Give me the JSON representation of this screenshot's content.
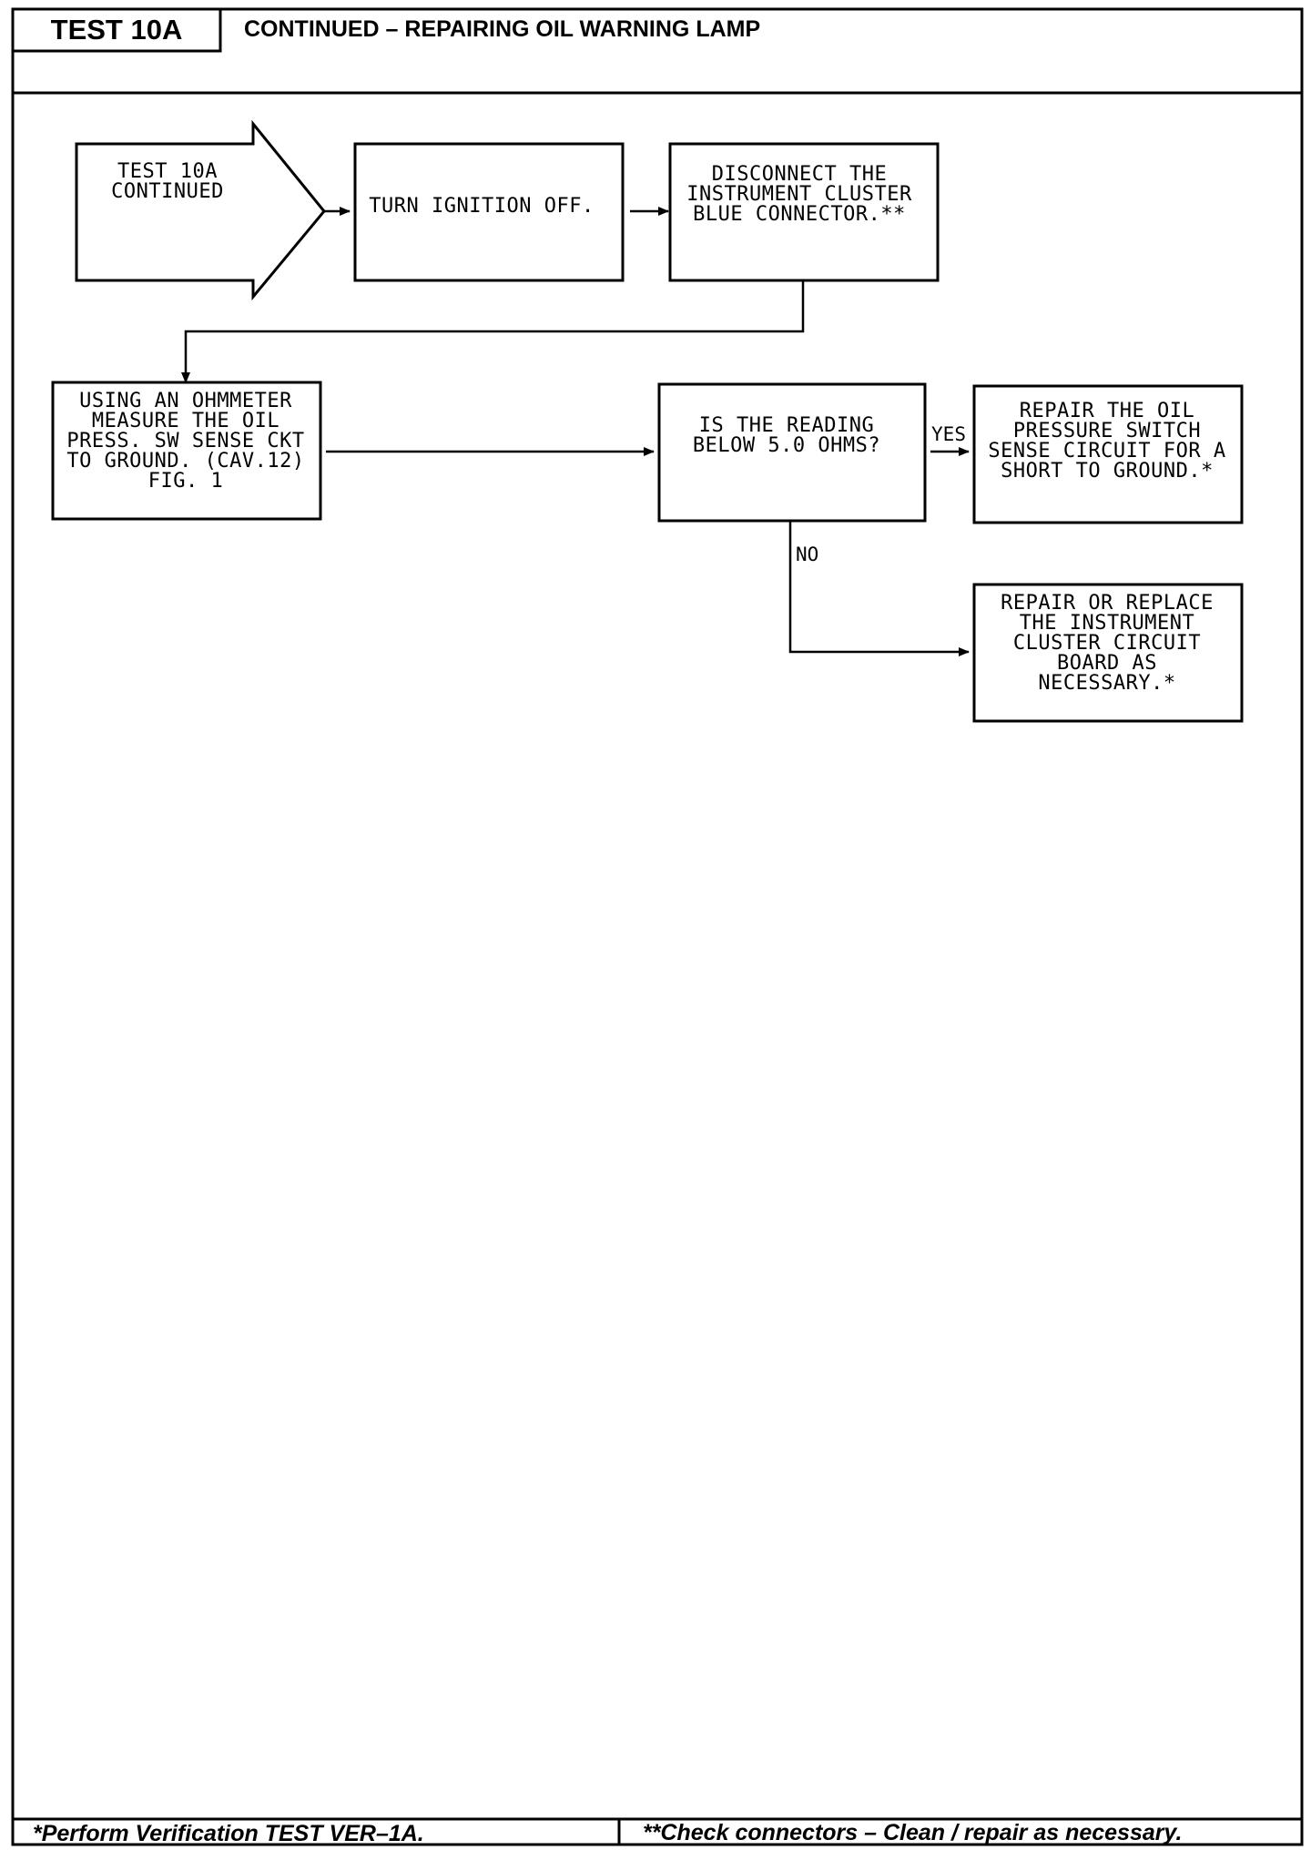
{
  "header": {
    "test_id": "TEST 10A",
    "title": "CONTINUED – REPAIRING OIL WARNING LAMP"
  },
  "flowchart": {
    "start": [
      "TEST 10A",
      "CONTINUED"
    ],
    "step_ignition": [
      "TURN IGNITION OFF."
    ],
    "step_disconnect": [
      "DISCONNECT THE",
      "INSTRUMENT CLUSTER",
      "BLUE CONNECTOR.**"
    ],
    "step_measure": [
      "USING AN OHMMETER",
      "MEASURE THE OIL",
      "PRESS. SW SENSE CKT",
      "TO GROUND. (CAV.12)",
      "FIG. 1"
    ],
    "decision": [
      "IS THE READING",
      "BELOW 5.0 OHMS?"
    ],
    "result_yes": [
      "REPAIR THE OIL",
      "PRESSURE SWITCH",
      "SENSE CIRCUIT FOR A",
      "SHORT TO GROUND.*"
    ],
    "result_no": [
      "REPAIR OR REPLACE",
      "THE INSTRUMENT",
      "CLUSTER CIRCUIT",
      "BOARD AS",
      "NECESSARY.*"
    ],
    "label_yes": "YES",
    "label_no": "NO"
  },
  "footer": {
    "left": "*Perform Verification TEST VER–1A.",
    "right": "**Check connectors – Clean / repair as necessary."
  }
}
